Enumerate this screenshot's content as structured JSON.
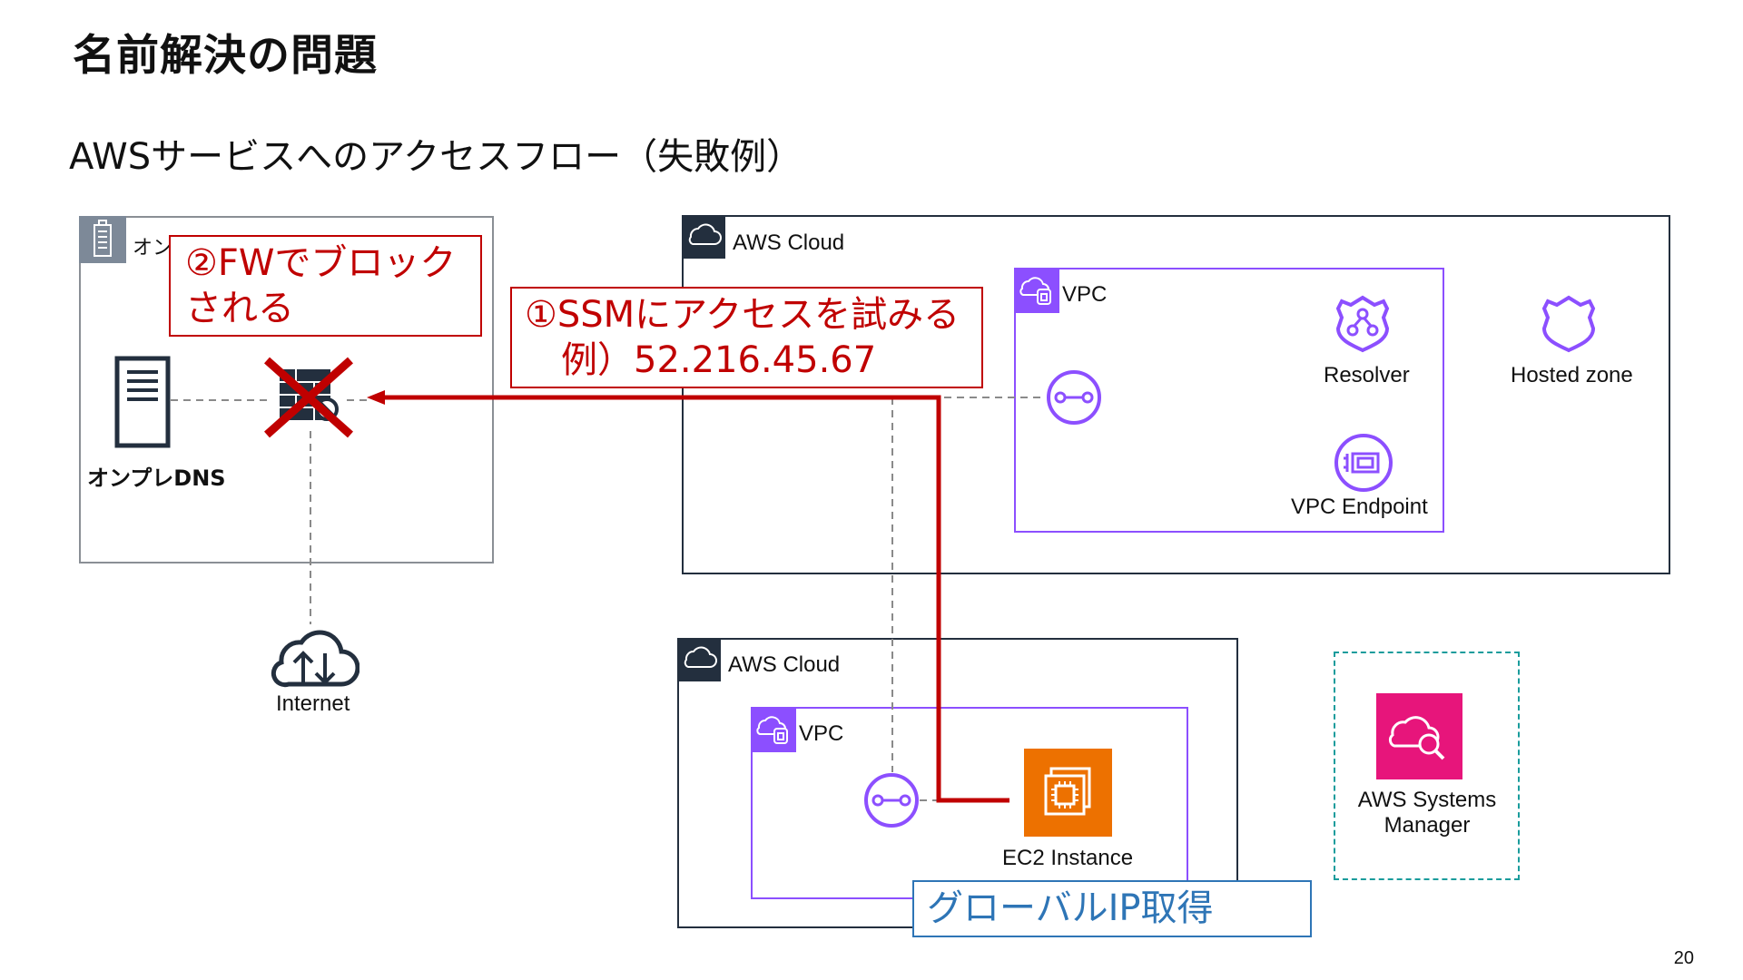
{
  "slide": {
    "title": "名前解決の問題",
    "subtitle": "AWSサービスへのアクセスフロー（失敗例）",
    "page_number": "20"
  },
  "onprem": {
    "group_label": "オンプレ環境",
    "dns_label": "オンプレDNS",
    "internet_label": "Internet"
  },
  "aws_cloud_top": {
    "label": "AWS Cloud",
    "vpc_label": "VPC",
    "resolver_label": "Resolver",
    "hosted_zone_label": "Hosted zone",
    "vpc_endpoint_label": "VPC Endpoint"
  },
  "aws_cloud_bottom": {
    "label": "AWS Cloud",
    "vpc_label": "VPC",
    "ec2_label": "EC2 Instance"
  },
  "ssm": {
    "label_line1": "AWS Systems",
    "label_line2": "Manager"
  },
  "callouts": {
    "fw_block_line1": "②FWでブロック",
    "fw_block_line2": "される",
    "ssm_access_line1": "①SSMにアクセスを試みる",
    "ssm_access_line2": "例）52.216.45.67",
    "global_ip": "グローバルIP取得"
  },
  "colors": {
    "red_flow": "#c00000",
    "vpc_purple": "#8c4fff",
    "cloud_dark": "#232f3e",
    "ec2_orange": "#ed7100",
    "ssm_pink": "#e7157b",
    "ssm_border_teal": "#1a9c9c",
    "global_ip_blue": "#2e75b6"
  },
  "icons": [
    "building-icon",
    "cloud-icon",
    "vpc-icon",
    "resolver-icon",
    "hosted-zone-icon",
    "vpc-endpoint-icon",
    "endpoint-icon",
    "server-icon",
    "firewall-icon",
    "blocked-x-icon",
    "internet-icon",
    "ec2-icon",
    "systems-manager-icon"
  ]
}
